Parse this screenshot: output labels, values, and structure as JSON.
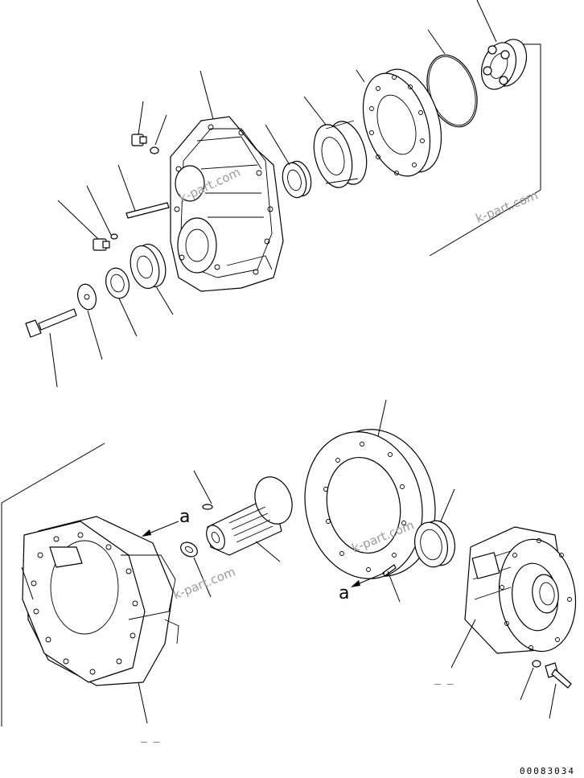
{
  "watermark": "k-part.com",
  "reference_label": "a",
  "callout_dash": "_ _",
  "drawing_number": "00083034"
}
